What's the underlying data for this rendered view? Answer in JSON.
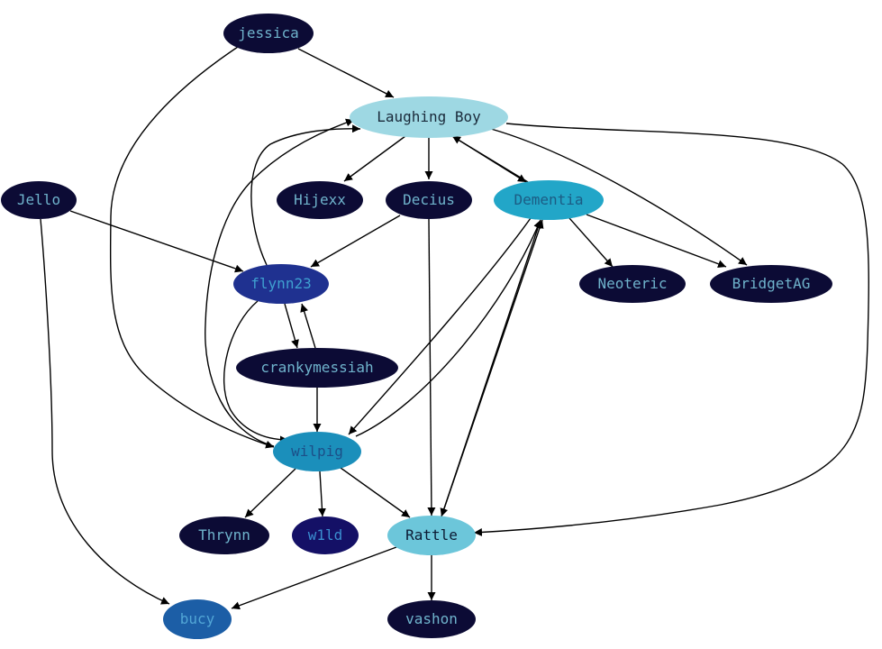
{
  "nodes": [
    {
      "id": "jessica",
      "label": "jessica",
      "fill": "#0c0b35",
      "text_color": "#6fb3cc"
    },
    {
      "id": "laughing_boy",
      "label": "Laughing Boy",
      "fill": "#9ed8e3",
      "text_color": "#1a2a3a"
    },
    {
      "id": "jello",
      "label": "Jello",
      "fill": "#0c0b35",
      "text_color": "#6fb3cc"
    },
    {
      "id": "hijexx",
      "label": "Hijexx",
      "fill": "#0c0b35",
      "text_color": "#6fb3cc"
    },
    {
      "id": "decius",
      "label": "Decius",
      "fill": "#0c0b35",
      "text_color": "#6fb3cc"
    },
    {
      "id": "dementia",
      "label": "Dementia",
      "fill": "#22a6c8",
      "text_color": "#1c5c84"
    },
    {
      "id": "flynn23",
      "label": "flynn23",
      "fill": "#1f3190",
      "text_color": "#3fa0d0"
    },
    {
      "id": "neoteric",
      "label": "Neoteric",
      "fill": "#0c0b35",
      "text_color": "#6fb3cc"
    },
    {
      "id": "bridgetag",
      "label": "BridgetAG",
      "fill": "#0c0b35",
      "text_color": "#6fb3cc"
    },
    {
      "id": "crankymessiah",
      "label": "crankymessiah",
      "fill": "#0c0b35",
      "text_color": "#6fb3cc"
    },
    {
      "id": "wilpig",
      "label": "wilpig",
      "fill": "#1b8fbb",
      "text_color": "#1c4f88"
    },
    {
      "id": "thrynn",
      "label": "Thrynn",
      "fill": "#0c0b35",
      "text_color": "#6fb3cc"
    },
    {
      "id": "w1ld",
      "label": "w1ld",
      "fill": "#141066",
      "text_color": "#3a8ed0"
    },
    {
      "id": "rattle",
      "label": "Rattle",
      "fill": "#6cc6da",
      "text_color": "#0c1a33"
    },
    {
      "id": "bucy",
      "label": "bucy",
      "fill": "#1c5ea6",
      "text_color": "#52a6d6"
    },
    {
      "id": "vashon",
      "label": "vashon",
      "fill": "#0c0b35",
      "text_color": "#6fb3cc"
    }
  ],
  "edges": [
    {
      "from": "jessica",
      "to": "laughing_boy"
    },
    {
      "from": "jessica",
      "to": "wilpig"
    },
    {
      "from": "laughing_boy",
      "to": "hijexx"
    },
    {
      "from": "laughing_boy",
      "to": "decius"
    },
    {
      "from": "laughing_boy",
      "to": "dementia"
    },
    {
      "from": "laughing_boy",
      "to": "bridgetag"
    },
    {
      "from": "laughing_boy",
      "to": "rattle"
    },
    {
      "from": "jello",
      "to": "flynn23"
    },
    {
      "from": "jello",
      "to": "bucy"
    },
    {
      "from": "decius",
      "to": "flynn23"
    },
    {
      "from": "decius",
      "to": "rattle"
    },
    {
      "from": "dementia",
      "to": "laughing_boy"
    },
    {
      "from": "dementia",
      "to": "neoteric"
    },
    {
      "from": "dementia",
      "to": "bridgetag"
    },
    {
      "from": "dementia",
      "to": "wilpig"
    },
    {
      "from": "dementia",
      "to": "rattle"
    },
    {
      "from": "flynn23",
      "to": "laughing_boy"
    },
    {
      "from": "flynn23",
      "to": "crankymessiah"
    },
    {
      "from": "flynn23",
      "to": "wilpig"
    },
    {
      "from": "crankymessiah",
      "to": "flynn23"
    },
    {
      "from": "crankymessiah",
      "to": "wilpig"
    },
    {
      "from": "wilpig",
      "to": "laughing_boy"
    },
    {
      "from": "wilpig",
      "to": "dementia"
    },
    {
      "from": "wilpig",
      "to": "thrynn"
    },
    {
      "from": "wilpig",
      "to": "w1ld"
    },
    {
      "from": "wilpig",
      "to": "rattle"
    },
    {
      "from": "rattle",
      "to": "dementia"
    },
    {
      "from": "rattle",
      "to": "bucy"
    },
    {
      "from": "rattle",
      "to": "vashon"
    }
  ]
}
